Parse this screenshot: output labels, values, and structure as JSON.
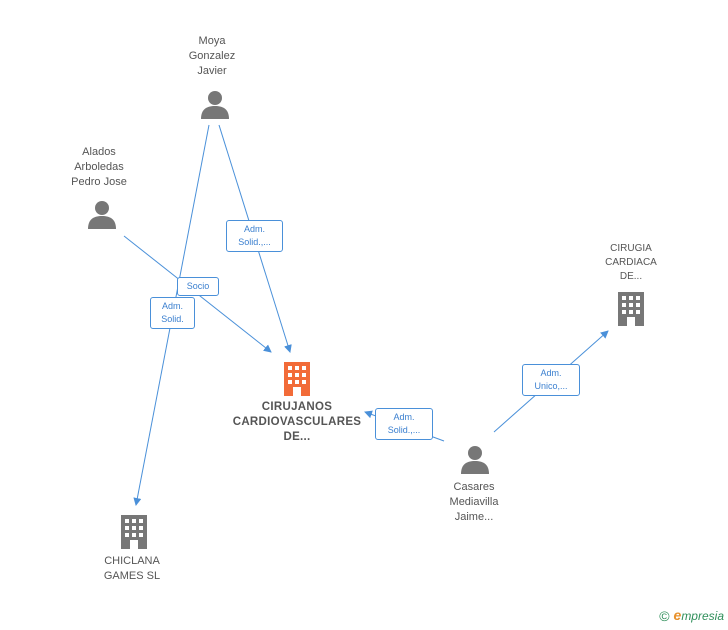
{
  "nodes": {
    "moya": {
      "lines": [
        "Moya",
        "Gonzalez",
        "Javier"
      ],
      "type": "person"
    },
    "alados": {
      "lines": [
        "Alados",
        "Arboledas",
        "Pedro Jose"
      ],
      "type": "person"
    },
    "cirujanos": {
      "lines": [
        "CIRUJANOS",
        "CARDIOVASCULARES",
        "DE..."
      ],
      "type": "company-main"
    },
    "chiclana": {
      "lines": [
        "CHICLANA",
        "GAMES SL"
      ],
      "type": "company"
    },
    "cirugia": {
      "lines": [
        "CIRUGIA",
        "CARDIACA",
        "DE..."
      ],
      "type": "company"
    },
    "casares": {
      "lines": [
        "Casares",
        "Mediavilla",
        "Jaime..."
      ],
      "type": "person"
    }
  },
  "edges": {
    "moya_cirujanos": {
      "lines": [
        "Adm.",
        "Solid.,..."
      ]
    },
    "alados_cirujanos": {
      "lines": [
        "Socio"
      ]
    },
    "moya_chiclana": {
      "lines": [
        "Adm.",
        "Solid."
      ]
    },
    "casares_cirujanos": {
      "lines": [
        "Adm.",
        "Solid.,..."
      ]
    },
    "casares_cirugia": {
      "lines": [
        "Adm.",
        "Unico,..."
      ]
    }
  },
  "colors": {
    "edge": "#4a90d9",
    "person": "#777777",
    "company": "#777777",
    "main_company": "#f26b38"
  },
  "footer": {
    "copyright": "©",
    "brand_initial": "e",
    "brand_rest": "mpresia"
  }
}
